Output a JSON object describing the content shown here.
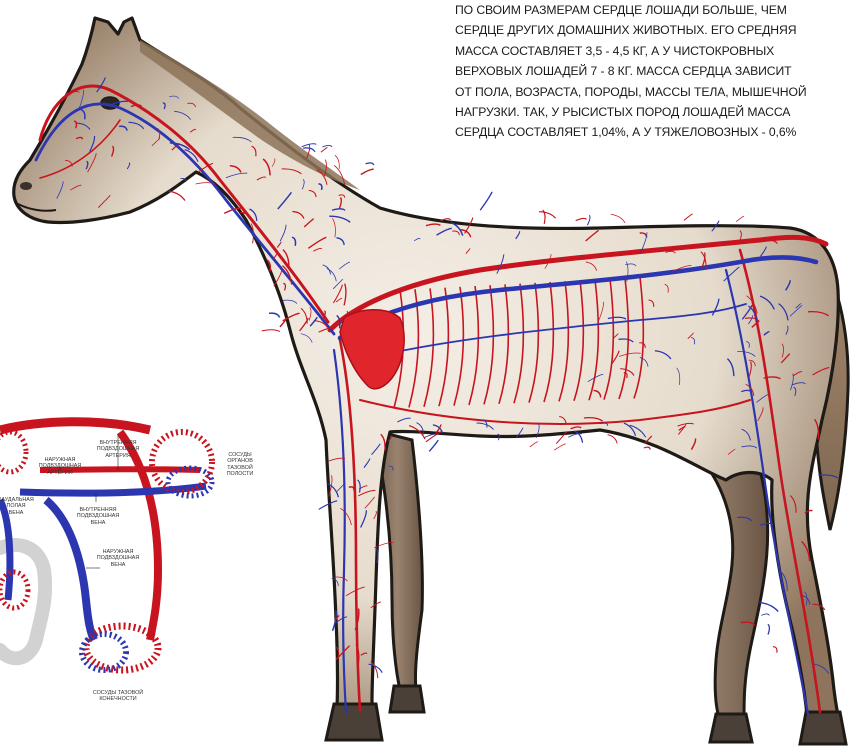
{
  "description_lines": [
    "ПО СВОИМ РАЗМЕРАМ СЕРДЦЕ ЛОШАДИ БОЛЬШЕ, ЧЕМ",
    "СЕРДЦЕ ДРУГИХ ДОМАШНИХ ЖИВОТНЫХ. ЕГО СРЕДНЯЯ",
    "МАССА СОСТАВЛЯЕТ 3,5 - 4,5 КГ, А У ЧИСТОКРОВНЫХ",
    "ВЕРХОВЫХ ЛОШАДЕЙ 7 - 8 КГ. МАССА СЕРДЦА ЗАВИСИТ",
    "ОТ ПОЛА, ВОЗРАСТА, ПОРОДЫ, МАССЫ ТЕЛА, МЫШЕЧНОЙ",
    "НАГРУЗКИ. ТАК, У РЫСИСТЫХ ПОРОД ЛОШАДЕЙ МАССА",
    "СЕРДЦА СОСТАВЛЯЕТ 1,04%, А У ТЯЖЕЛОВОЗНЫХ - 0,6%"
  ],
  "inset_labels": {
    "internal_iliac_artery": "ВНУТРЕННЯЯ\nПОДВЗДОШНАЯ\nАРТЕРИЯ",
    "external_iliac_artery": "НАРУЖНАЯ\nПОДВЗДОШНАЯ\nАРТЕРИЯ",
    "pelvic_organ_vessels": "СОСУДЫ\nОРГАНОВ\nТАЗОВОЙ\nПОЛОСТИ",
    "caudal_vena_cava": "КАУДАЛЬНАЯ\nПОЛАЯ\nВЕНА",
    "internal_iliac_vein": "ВНУТРЕННЯЯ\nПОДВЗДОШНАЯ\nВЕНА",
    "external_iliac_vein": "НАРУЖНАЯ\nПОДВЗДОШНАЯ\nВЕНА",
    "pelvic_limb_vessels": "СОСУДЫ ТАЗОВОЙ\nКОНЕЧНОСТИ"
  },
  "colors": {
    "artery": "#c8141e",
    "vein": "#2b36b0",
    "heart": "#e0262c",
    "coat_light": "#ece4d8",
    "coat_dark": "#8a7058",
    "hoof": "#4b4038",
    "outline": "#1e1a16"
  }
}
